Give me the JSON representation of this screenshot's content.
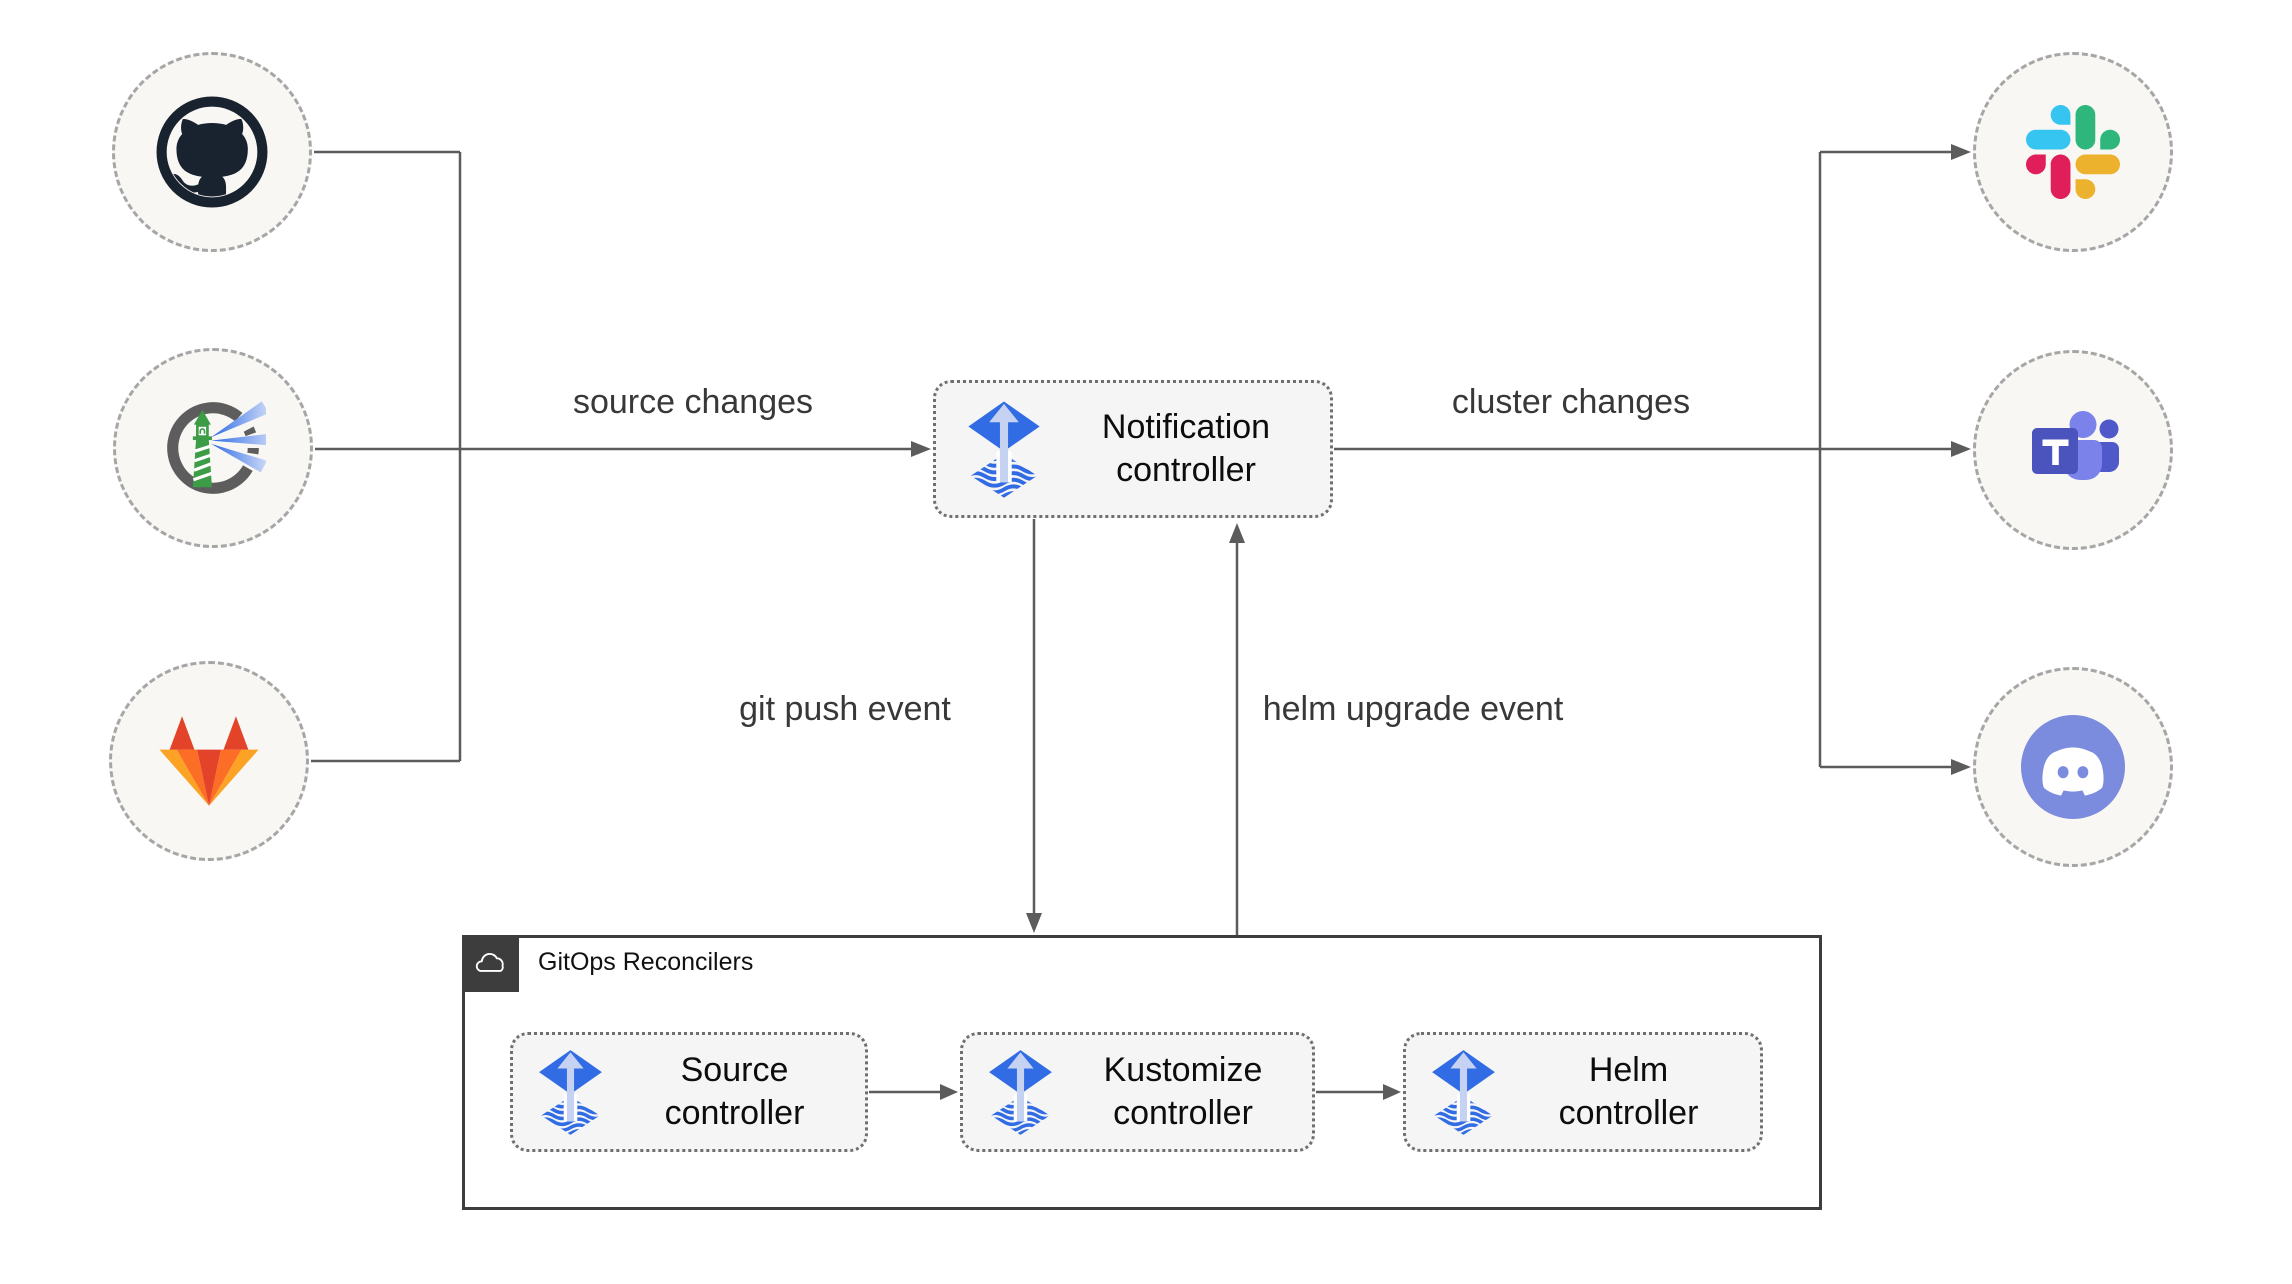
{
  "edge_labels": {
    "source_changes": "source changes",
    "cluster_changes": "cluster changes",
    "git_push_event": "git push event",
    "helm_upgrade_event": "helm upgrade event"
  },
  "nodes": {
    "notification_controller": {
      "line1": "Notification",
      "line2": "controller"
    },
    "source_controller": {
      "line1": "Source",
      "line2": "controller"
    },
    "kustomize_controller": {
      "line1": "Kustomize",
      "line2": "controller"
    },
    "helm_controller": {
      "line1": "Helm",
      "line2": "controller"
    }
  },
  "container": {
    "label": "GitOps Reconcilers",
    "badge_icon": "cloud-icon"
  },
  "icons": {
    "left_sources": [
      "github-icon",
      "harbor-icon",
      "gitlab-icon"
    ],
    "right_notifiers": [
      "slack-icon",
      "ms-teams-icon",
      "discord-icon"
    ],
    "controller_logo": "flux-icon"
  },
  "colors": {
    "flux_blue": "#316CE4",
    "flux_arrow_light": "#C5D2F2",
    "connector": "#5C5C5C",
    "node_fill": "#F8F7F4",
    "node_border": "#A6A6A6",
    "box_fill": "#F5F5F5",
    "container_border": "#3D3D3D",
    "github_dark": "#19222F",
    "harbor_green": "#3D9C46",
    "harbor_gray": "#5D5D5D",
    "gitlab_red": "#E24329",
    "gitlab_orange": "#FC6D26",
    "gitlab_yellow": "#FCA326",
    "slack_blue": "#36C5F0",
    "slack_green": "#2EB67D",
    "slack_red": "#E01E5A",
    "slack_yellow": "#ECB22E",
    "teams_indigo": "#4B53BC",
    "teams_light": "#7B83EB",
    "teams_mid": "#5059C9",
    "discord_blurple": "#7B8BDD"
  }
}
